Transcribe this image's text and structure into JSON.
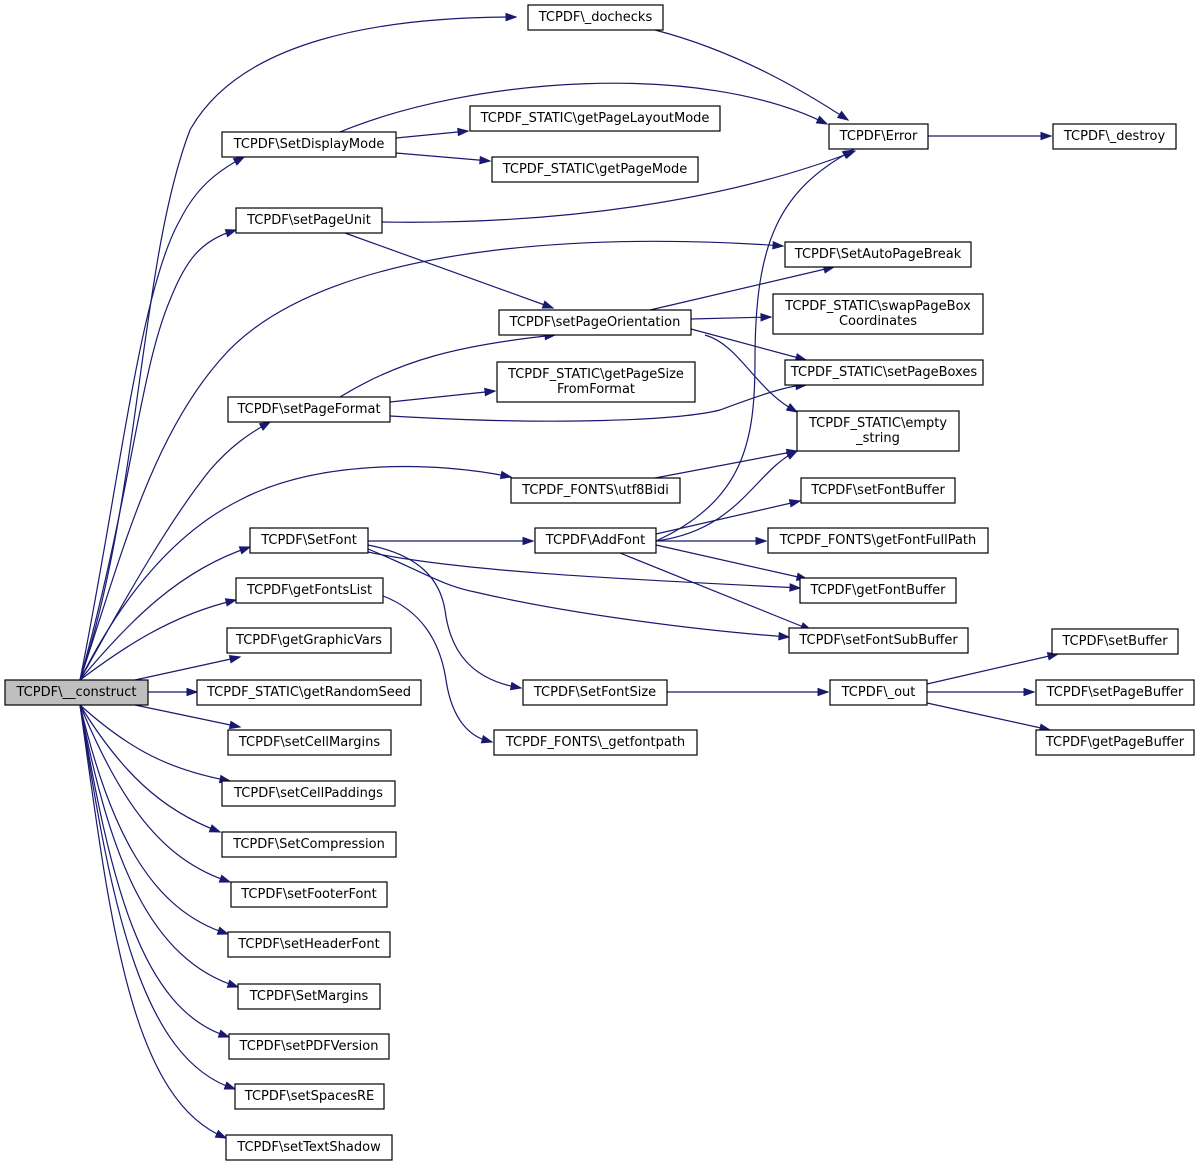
{
  "diagram": {
    "type": "call-graph",
    "nodes": [
      {
        "id": "construct",
        "lines": [
          "TCPDF\\__construct"
        ]
      },
      {
        "id": "dochecks",
        "lines": [
          "TCPDF\\_dochecks"
        ]
      },
      {
        "id": "setdisplaymode",
        "lines": [
          "TCPDF\\SetDisplayMode"
        ]
      },
      {
        "id": "getpagelayoutmode",
        "lines": [
          "TCPDF_STATIC\\getPageLayoutMode"
        ]
      },
      {
        "id": "getpagemode",
        "lines": [
          "TCPDF_STATIC\\getPageMode"
        ]
      },
      {
        "id": "error",
        "lines": [
          "TCPDF\\Error"
        ]
      },
      {
        "id": "destroy",
        "lines": [
          "TCPDF\\_destroy"
        ]
      },
      {
        "id": "setpageunit",
        "lines": [
          "TCPDF\\setPageUnit"
        ]
      },
      {
        "id": "setautopagebreak",
        "lines": [
          "TCPDF\\SetAutoPageBreak"
        ]
      },
      {
        "id": "setpageorientation",
        "lines": [
          "TCPDF\\setPageOrientation"
        ]
      },
      {
        "id": "swappagebox",
        "lines": [
          "TCPDF_STATIC\\swapPageBox",
          "Coordinates"
        ]
      },
      {
        "id": "getpagesize",
        "lines": [
          "TCPDF_STATIC\\getPageSize",
          "FromFormat"
        ]
      },
      {
        "id": "setpageboxes",
        "lines": [
          "TCPDF_STATIC\\setPageBoxes"
        ]
      },
      {
        "id": "setpageformat",
        "lines": [
          "TCPDF\\setPageFormat"
        ]
      },
      {
        "id": "emptystring",
        "lines": [
          "TCPDF_STATIC\\empty",
          "_string"
        ]
      },
      {
        "id": "utf8bidi",
        "lines": [
          "TCPDF_FONTS\\utf8Bidi"
        ]
      },
      {
        "id": "setfontbuffer",
        "lines": [
          "TCPDF\\setFontBuffer"
        ]
      },
      {
        "id": "setfont",
        "lines": [
          "TCPDF\\SetFont"
        ]
      },
      {
        "id": "addfont",
        "lines": [
          "TCPDF\\AddFont"
        ]
      },
      {
        "id": "getfontfullpath",
        "lines": [
          "TCPDF_FONTS\\getFontFullPath"
        ]
      },
      {
        "id": "getfontslist",
        "lines": [
          "TCPDF\\getFontsList"
        ]
      },
      {
        "id": "getfontbuffer",
        "lines": [
          "TCPDF\\getFontBuffer"
        ]
      },
      {
        "id": "getgraphicvars",
        "lines": [
          "TCPDF\\getGraphicVars"
        ]
      },
      {
        "id": "setfontsubbuffer",
        "lines": [
          "TCPDF\\setFontSubBuffer"
        ]
      },
      {
        "id": "setbuffer",
        "lines": [
          "TCPDF\\setBuffer"
        ]
      },
      {
        "id": "getrandomseed",
        "lines": [
          "TCPDF_STATIC\\getRandomSeed"
        ]
      },
      {
        "id": "setfontsize",
        "lines": [
          "TCPDF\\SetFontSize"
        ]
      },
      {
        "id": "out",
        "lines": [
          "TCPDF\\_out"
        ]
      },
      {
        "id": "setpagebuffer",
        "lines": [
          "TCPDF\\setPageBuffer"
        ]
      },
      {
        "id": "setcellmargins",
        "lines": [
          "TCPDF\\setCellMargins"
        ]
      },
      {
        "id": "getfontpath",
        "lines": [
          "TCPDF_FONTS\\_getfontpath"
        ]
      },
      {
        "id": "getpagebuffer",
        "lines": [
          "TCPDF\\getPageBuffer"
        ]
      },
      {
        "id": "setcellpaddings",
        "lines": [
          "TCPDF\\setCellPaddings"
        ]
      },
      {
        "id": "setcompression",
        "lines": [
          "TCPDF\\SetCompression"
        ]
      },
      {
        "id": "setfooterfont",
        "lines": [
          "TCPDF\\setFooterFont"
        ]
      },
      {
        "id": "setheaderfont",
        "lines": [
          "TCPDF\\setHeaderFont"
        ]
      },
      {
        "id": "setmargins",
        "lines": [
          "TCPDF\\SetMargins"
        ]
      },
      {
        "id": "setpdfversion",
        "lines": [
          "TCPDF\\setPDFVersion"
        ]
      },
      {
        "id": "setspacesre",
        "lines": [
          "TCPDF\\setSpacesRE"
        ]
      },
      {
        "id": "settextshadow",
        "lines": [
          "TCPDF\\setTextShadow"
        ]
      }
    ],
    "edges": [
      {
        "from": "construct",
        "to": "dochecks"
      },
      {
        "from": "construct",
        "to": "setdisplaymode"
      },
      {
        "from": "construct",
        "to": "setpageunit"
      },
      {
        "from": "construct",
        "to": "setautopagebreak"
      },
      {
        "from": "construct",
        "to": "setpageformat"
      },
      {
        "from": "construct",
        "to": "utf8bidi"
      },
      {
        "from": "construct",
        "to": "setfont"
      },
      {
        "from": "construct",
        "to": "getfontslist"
      },
      {
        "from": "construct",
        "to": "getgraphicvars"
      },
      {
        "from": "construct",
        "to": "getrandomseed"
      },
      {
        "from": "construct",
        "to": "setcellmargins"
      },
      {
        "from": "construct",
        "to": "setcellpaddings"
      },
      {
        "from": "construct",
        "to": "setcompression"
      },
      {
        "from": "construct",
        "to": "setfooterfont"
      },
      {
        "from": "construct",
        "to": "setheaderfont"
      },
      {
        "from": "construct",
        "to": "setmargins"
      },
      {
        "from": "construct",
        "to": "setpdfversion"
      },
      {
        "from": "construct",
        "to": "setspacesre"
      },
      {
        "from": "construct",
        "to": "settextshadow"
      },
      {
        "from": "dochecks",
        "to": "error"
      },
      {
        "from": "setdisplaymode",
        "to": "error"
      },
      {
        "from": "setdisplaymode",
        "to": "getpagelayoutmode"
      },
      {
        "from": "setdisplaymode",
        "to": "getpagemode"
      },
      {
        "from": "error",
        "to": "destroy"
      },
      {
        "from": "setpageunit",
        "to": "error"
      },
      {
        "from": "setpageunit",
        "to": "setpageorientation"
      },
      {
        "from": "setpageorientation",
        "to": "setautopagebreak"
      },
      {
        "from": "setpageorientation",
        "to": "swappagebox"
      },
      {
        "from": "setpageorientation",
        "to": "setpageboxes"
      },
      {
        "from": "setpageorientation",
        "to": "emptystring"
      },
      {
        "from": "setpageformat",
        "to": "setpageorientation"
      },
      {
        "from": "setpageformat",
        "to": "getpagesize"
      },
      {
        "from": "setpageformat",
        "to": "setpageboxes"
      },
      {
        "from": "utf8bidi",
        "to": "emptystring"
      },
      {
        "from": "setfont",
        "to": "addfont"
      },
      {
        "from": "setfont",
        "to": "getfontbuffer"
      },
      {
        "from": "setfont",
        "to": "setfontsubbuffer"
      },
      {
        "from": "setfont",
        "to": "setfontsize"
      },
      {
        "from": "addfont",
        "to": "error"
      },
      {
        "from": "addfont",
        "to": "emptystring"
      },
      {
        "from": "addfont",
        "to": "setfontbuffer"
      },
      {
        "from": "addfont",
        "to": "getfontfullpath"
      },
      {
        "from": "addfont",
        "to": "getfontbuffer"
      },
      {
        "from": "addfont",
        "to": "setfontsubbuffer"
      },
      {
        "from": "getfontslist",
        "to": "getfontpath"
      },
      {
        "from": "setfontsize",
        "to": "out"
      },
      {
        "from": "out",
        "to": "setbuffer"
      },
      {
        "from": "out",
        "to": "setpagebuffer"
      },
      {
        "from": "out",
        "to": "getpagebuffer"
      }
    ]
  },
  "colors": {
    "edge": "#191970",
    "node_border": "#000000",
    "node_fill": "#ffffff",
    "root_fill": "#bfbfbf"
  }
}
